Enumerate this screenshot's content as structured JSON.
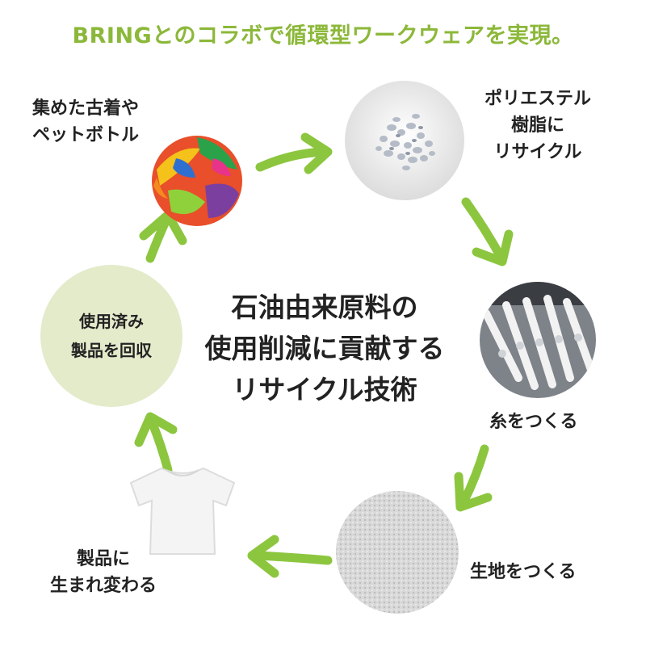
{
  "title": "BRINGとのコラボで循環型ワークウェアを実現。",
  "center": {
    "line1": "石油由来原料の",
    "line2": "使用削減に貢献する",
    "line3": "リサイクル技術"
  },
  "steps": {
    "collect": {
      "line1": "集めた古着や",
      "line2": "ペットボトル"
    },
    "resin": {
      "line1": "ポリエステル",
      "line2": "樹脂に",
      "line3": "リサイクル"
    },
    "yarn": {
      "line1": "糸をつくる"
    },
    "fabric": {
      "line1": "生地をつくる"
    },
    "product": {
      "line1": "製品に",
      "line2": "生まれ変わる"
    },
    "recover": {
      "line1": "使用済み",
      "line2": "製品を回収"
    }
  },
  "colors": {
    "accent": "#8cb83a",
    "arrow": "#8cc63f",
    "circle_fill": "#e3ebcb"
  }
}
